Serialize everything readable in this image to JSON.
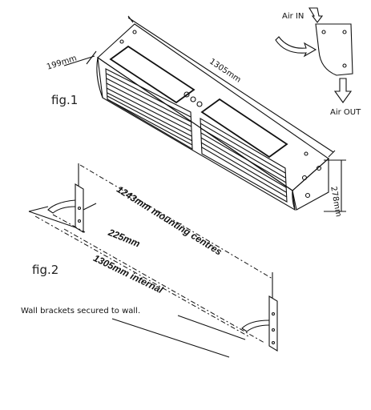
{
  "labels": {
    "depth": "199mm",
    "length": "1305mm",
    "height": "278mm",
    "air_in": "Air IN",
    "air_out": "Air OUT",
    "fig1": "fig.1",
    "fig2": "fig.2",
    "mounting": "1243mm mounting centres",
    "bracket_depth": "225mm",
    "internal": "1305mm internal",
    "wall_note": "Wall brackets secured to wall."
  }
}
